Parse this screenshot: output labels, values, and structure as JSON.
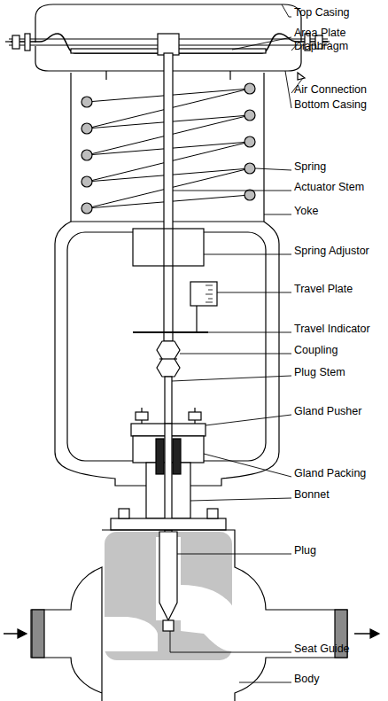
{
  "diagram": {
    "labels": [
      "Top Casing",
      "Area Plate",
      "Diaphragm",
      "Air Connection",
      "Bottom Casing",
      "Spring",
      "Actuator Stem",
      "Yoke",
      "Spring Adjustor",
      "Travel Plate",
      "Travel Indicator",
      "Coupling",
      "Plug Stem",
      "Gland Pusher",
      "Gland Packing",
      "Bonnet",
      "Plug",
      "Seat Guide",
      "Body"
    ]
  }
}
